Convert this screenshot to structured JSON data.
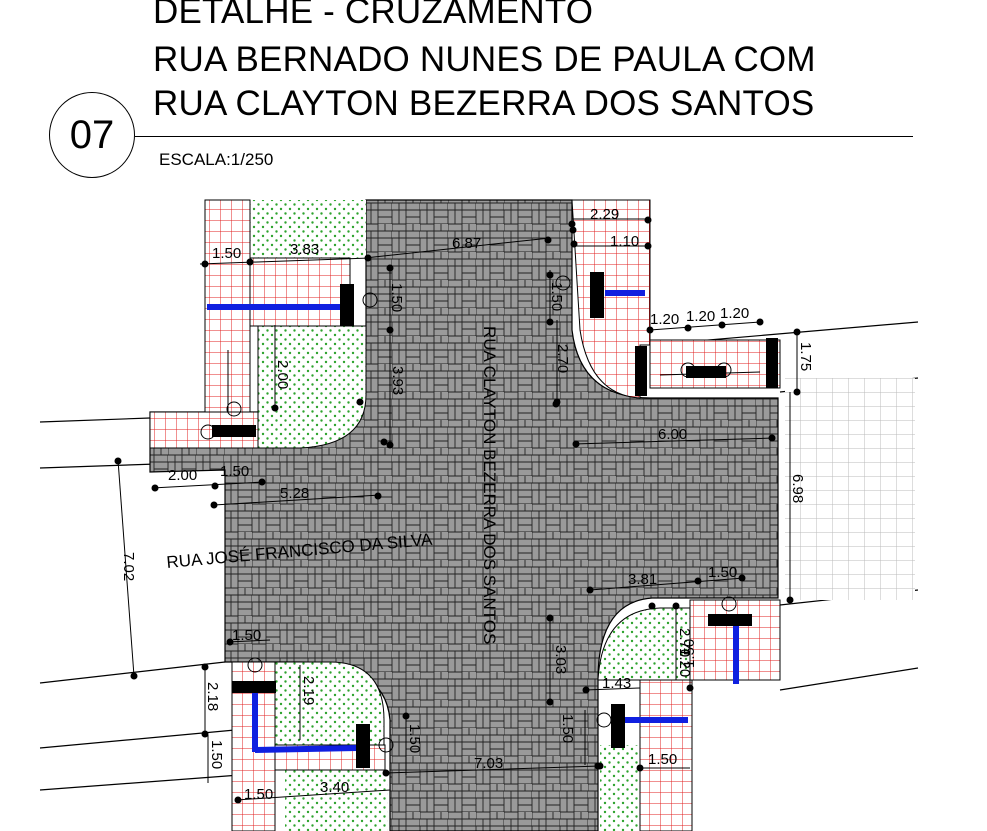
{
  "title": {
    "line1": "DETALHE - CRUZAMENTO",
    "line2": "RUA BERNADO NUNES DE PAULA COM",
    "line3": "RUA CLAYTON BEZERRA DOS SANTOS"
  },
  "detail_number": "07",
  "scale": "ESCALA:1/250",
  "streets": {
    "vertical": "RUA CLAYTON BEZERRA DOS SANTOS",
    "horizontal": "RUA JOSÉ FRANCISCO DA SILVA"
  },
  "dims": {
    "d1": "1.50",
    "d2": "3.83",
    "d3": "6.87",
    "d4": "2.29",
    "d5": "1.10",
    "d6": "1.50",
    "d7": "1.50",
    "d8": "2.00",
    "d9": "3.93",
    "d10": "2.70",
    "d11": "1.20",
    "d12": "1.20",
    "d13": "1.20",
    "d14": "1.75",
    "d15": "6.00",
    "d16": "2.00",
    "d17": "1.50",
    "d18": "5.28",
    "d19": "6.98",
    "d20": "7.02",
    "d21": "3.81",
    "d22": "1.50",
    "d23": "1.50",
    "d24": "1.20",
    "d25": "2.70",
    "d26": "1.50",
    "d27": "3.03",
    "d28": "1.43",
    "d29": "2.18",
    "d30": "2.19",
    "d31": "1.50",
    "d32": "1.50",
    "d33": "1.50",
    "d34": "7.03",
    "d35": "1.50",
    "d36": "3.40",
    "d37": "1.50"
  },
  "colors": {
    "paving": "#9a9a9a",
    "green_dots": "#2ea32e",
    "red_grid": "#e02020",
    "blue_guide": "#1020e0"
  }
}
